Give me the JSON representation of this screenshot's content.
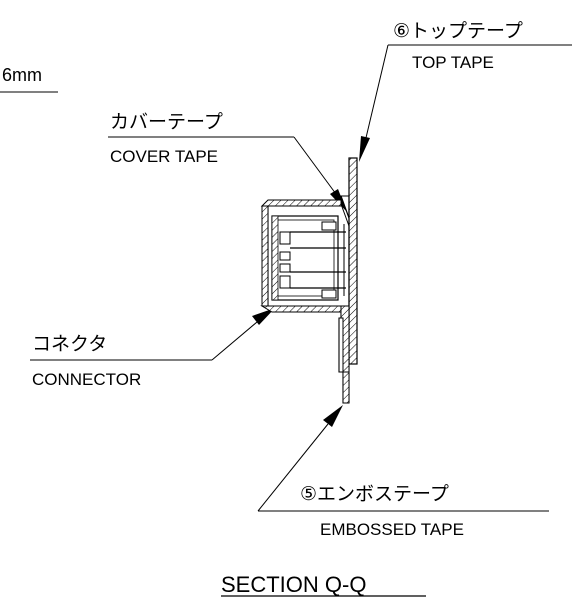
{
  "labels": {
    "dimension": "6mm",
    "top_tape_jp": "⑥トップテープ",
    "top_tape_en": "TOP TAPE",
    "cover_tape_jp": "カバーテープ",
    "cover_tape_en": "COVER TAPE",
    "connector_jp": "コネクタ",
    "connector_en": "CONNECTOR",
    "embossed_tape_jp": "⑤エンボステープ",
    "embossed_tape_en": "EMBOSSED TAPE",
    "section_title": "SECTION Q-Q"
  }
}
